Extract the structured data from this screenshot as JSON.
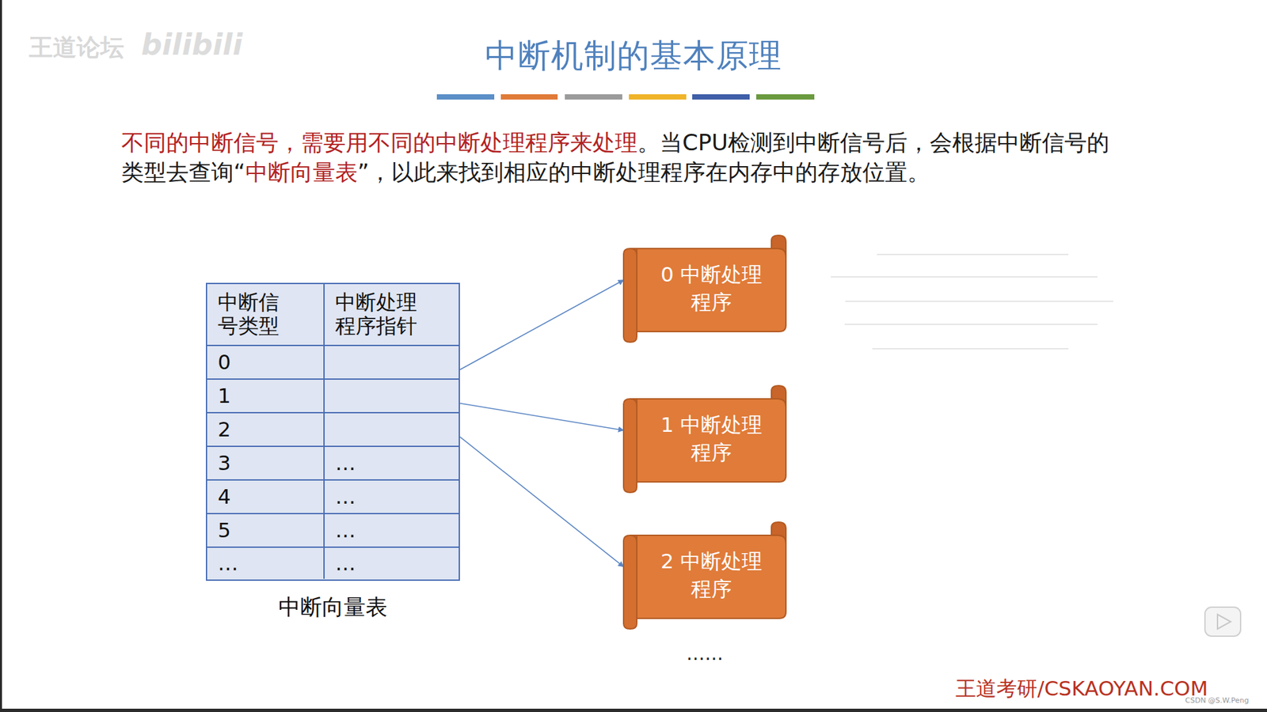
{
  "diagram": {
    "title": "中断机制的基本原理",
    "nodes": [
      {
        "text": [
          "中断向量表"
        ]
      },
      {
        "text": [
          "中断信号类型",
          "中断处理程序指针"
        ],
        "in": 0
      },
      {
        "text": [
          "0"
        ],
        "in": 0
      },
      {
        "text": [
          "1"
        ],
        "in": 0
      },
      {
        "text": [
          "2"
        ],
        "in": 0
      },
      {
        "text": [
          "3",
          "…"
        ],
        "in": 0
      },
      {
        "text": [
          "4",
          "…"
        ],
        "in": 0
      },
      {
        "text": [
          "5",
          "…"
        ],
        "in": 0
      },
      {
        "text": [
          "…",
          "…"
        ],
        "in": 0
      },
      {
        "text": [
          "0 中断处理程序"
        ]
      },
      {
        "text": [
          "1 中断处理程序"
        ]
      },
      {
        "text": [
          "2 中断处理程序"
        ]
      }
    ],
    "edges": [
      {
        "from": 2,
        "to": 9,
        "arrow": "to"
      },
      {
        "from": 3,
        "to": 10,
        "arrow": "to"
      },
      {
        "from": 4,
        "to": 11,
        "arrow": "to"
      }
    ],
    "labels": [
      "王道论坛",
      "bilibili",
      "不同的中断信号，需要用不同的中断处理程序来处理",
      "。当CPU检测到中断信号后，会根据中断信号的类型去查询“",
      "中断向量表",
      "”，以此来找到相应的中断处理程序在内存中的存放位置。",
      "……",
      "王道考研/CSKAOYAN.COM",
      "CSDN @S.W.Peng"
    ]
  }
}
